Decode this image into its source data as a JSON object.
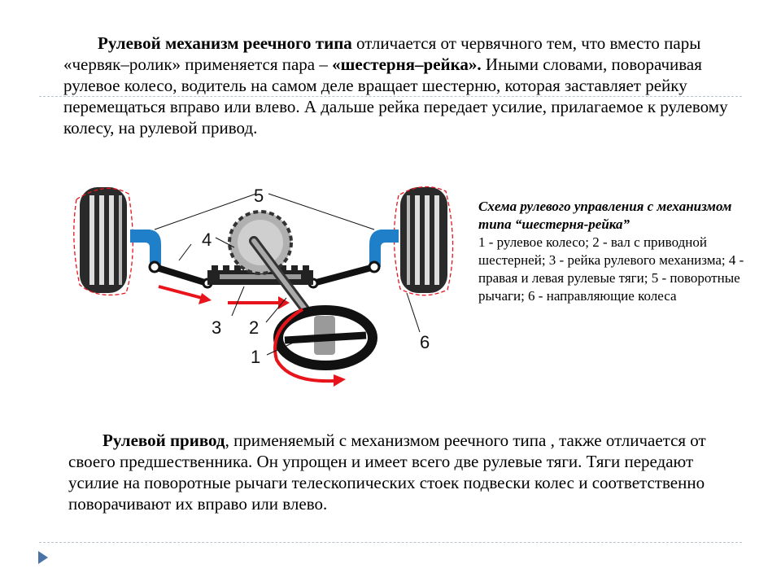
{
  "para1": {
    "bold_start": "Рулевой механизм реечного типа",
    "text1": " отличается от червячного тем, что вместо пары «червяк–ролик» применяется пара – ",
    "bold_mid": "«шестерня–рейка».",
    "text2": " Иными словами, поворачивая рулевое колесо, водитель на самом деле вращает шестерню, которая заставляет рейку перемещаться вправо или влево. А дальше рейка передает усилие, прилагаемое к рулевому колесу, на рулевой привод."
  },
  "caption": {
    "title": "Схема рулевого управления с механизмом типа “шестерня-рейка”",
    "body": "1 - рулевое колесо; 2 - вал с приводной шестерней; 3 - рейка рулевого механизма; 4 - правая и левая рулевые тяги; 5 - поворотные рычаги; 6 - направляющие колеса"
  },
  "diagram": {
    "labels": [
      "5",
      "4",
      "3",
      "2",
      "1",
      "6"
    ]
  },
  "para2": {
    "bold_start": "Рулевой привод",
    "text": ", применяемый с механизмом реечного типа , также отличается от своего предшественника. Он упрощен и имеет всего две рулевые тяги. Тяги передают усилие на поворотные рычаги телескопических стоек подвески колес и соответственно поворачивают их вправо или влево."
  },
  "colors": {
    "accent_red": "#e8141b",
    "arm_blue": "#1f7fc8",
    "divider": "#b9c4d0",
    "nav_arrow": "#4a74a8"
  }
}
